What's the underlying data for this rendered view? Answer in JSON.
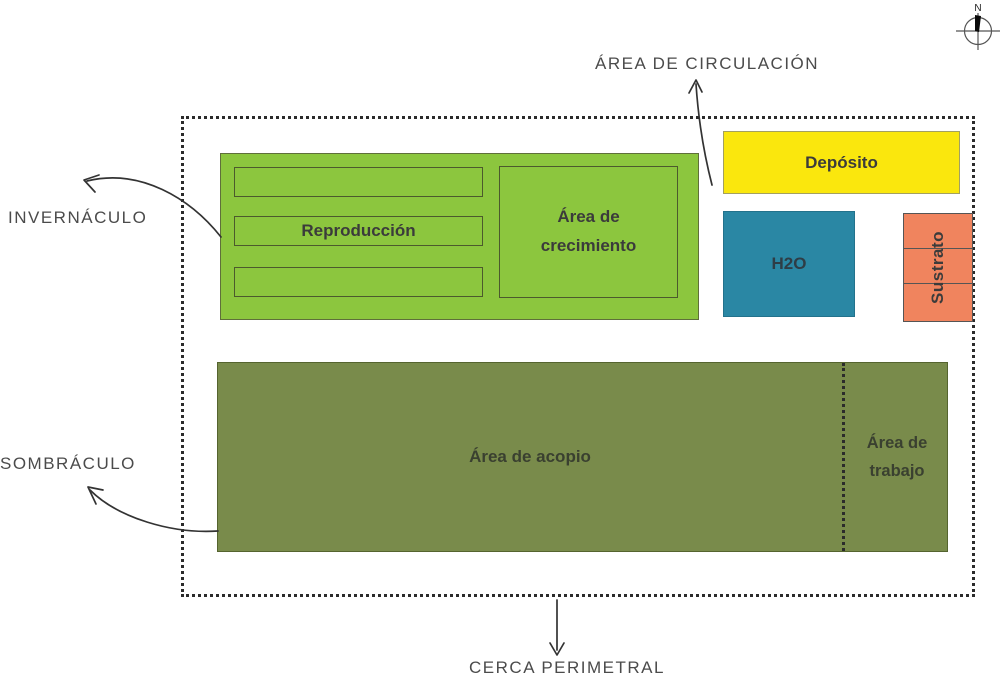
{
  "compass": {
    "north_label": "N"
  },
  "annotations": {
    "circulation_area": "ÁREA DE CIRCULACIÓN",
    "greenhouse": "INVERNÁCULO",
    "shade_house": "SOMBRÁCULO",
    "perimeter_fence": "CERCA PERIMETRAL"
  },
  "areas": {
    "reproduction": {
      "label": "Reproducción"
    },
    "growth": {
      "label": "Área de crecimiento"
    },
    "deposit": {
      "label": "Depósito"
    },
    "water": {
      "label": "H2O"
    },
    "substrate": {
      "label": "Sustrato"
    },
    "storage": {
      "label": "Área de acopio"
    },
    "work": {
      "label": "Área de trabajo"
    }
  },
  "colors": {
    "greenhouse_fill": "#8cc63e",
    "deposit_fill": "#fae70d",
    "water_fill": "#2a87a4",
    "substrate_fill": "#f0845e",
    "shade_fill": "#798b4b",
    "fence_dots": "#2b2b2b",
    "box_outline": "#4c5a2d",
    "label_text": "#3b3b3b",
    "annotation_text": "#4b4b4b",
    "arrow_stroke": "#333333"
  }
}
